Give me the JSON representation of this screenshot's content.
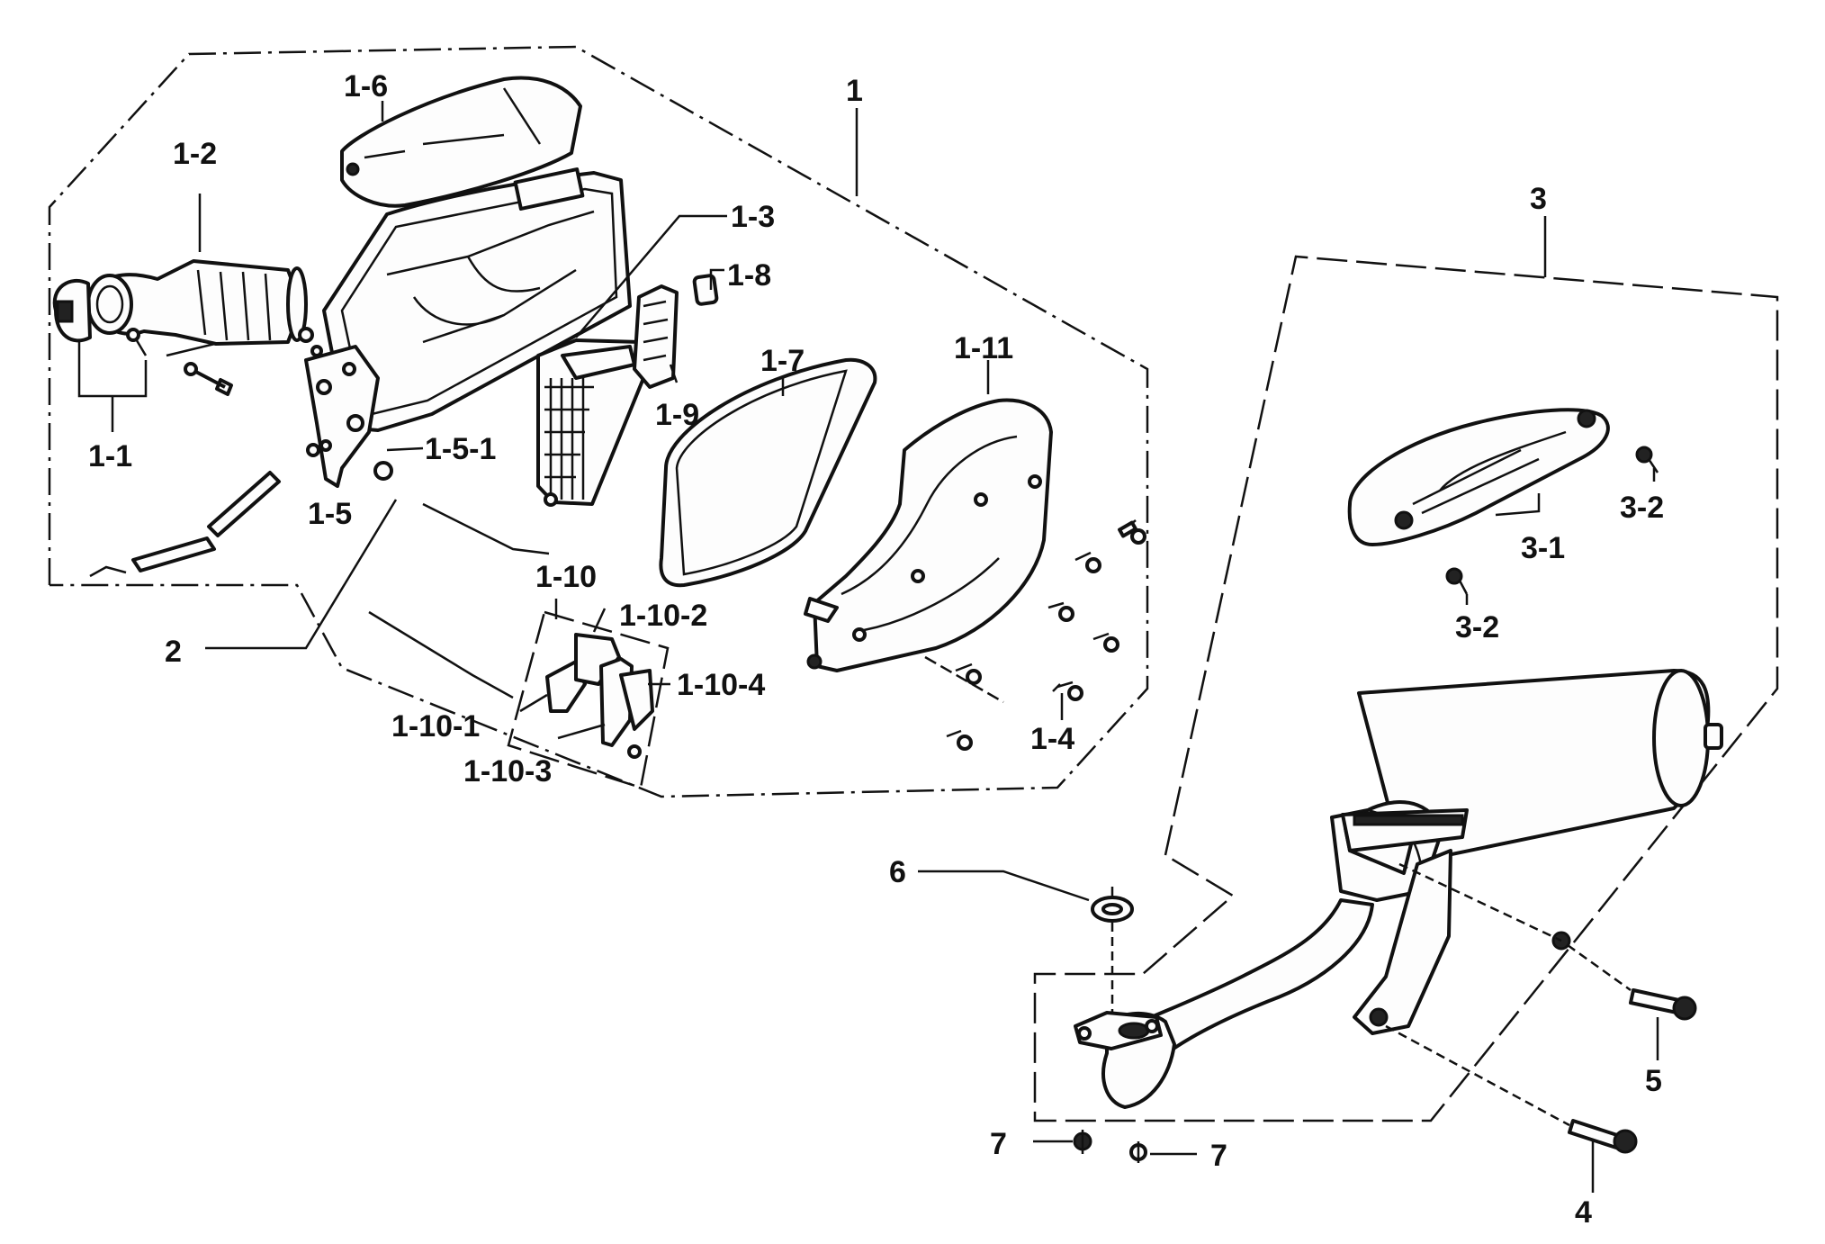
{
  "labels": {
    "l1": "1",
    "l1_1": "1-1",
    "l1_2": "1-2",
    "l1_3": "1-3",
    "l1_4": "1-4",
    "l1_5": "1-5",
    "l1_5_1": "1-5-1",
    "l1_6": "1-6",
    "l1_7": "1-7",
    "l1_8": "1-8",
    "l1_9": "1-9",
    "l1_10": "1-10",
    "l1_10_1": "1-10-1",
    "l1_10_2": "1-10-2",
    "l1_10_3": "1-10-3",
    "l1_10_4": "1-10-4",
    "l1_11": "1-11",
    "l2": "2",
    "l3": "3",
    "l3_1": "3-1",
    "l3_2a": "3-2",
    "l3_2b": "3-2",
    "l4": "4",
    "l5": "5",
    "l6": "6",
    "l7a": "7",
    "l7b": "7"
  }
}
